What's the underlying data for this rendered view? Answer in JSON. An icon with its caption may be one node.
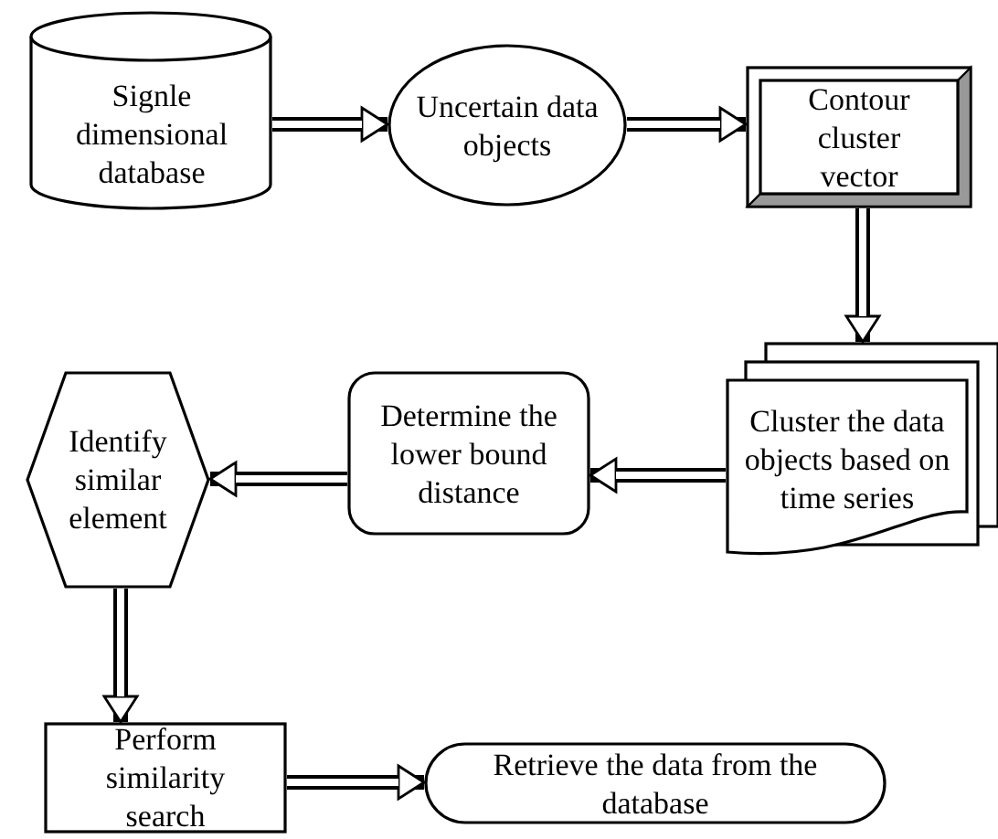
{
  "diagram": {
    "nodes": [
      {
        "text": [
          "Signle dimensional database"
        ]
      },
      {
        "text": [
          "Uncertain data objects"
        ]
      },
      {
        "text": [
          "Contour cluster vector"
        ]
      },
      {
        "text": [
          "Cluster the data objects based on time series"
        ]
      },
      {
        "text": [
          "Determine the lower bound distance"
        ]
      },
      {
        "text": [
          "Identify similar element"
        ]
      },
      {
        "text": [
          "Perform similarity search"
        ]
      },
      {
        "text": [
          "Retrieve the data from the database"
        ]
      }
    ],
    "edges": [
      {
        "from": 0,
        "to": 1,
        "arrow": "to"
      },
      {
        "from": 1,
        "to": 2,
        "arrow": "to"
      },
      {
        "from": 2,
        "to": 3,
        "arrow": "to"
      },
      {
        "from": 3,
        "to": 4,
        "arrow": "to"
      },
      {
        "from": 4,
        "to": 5,
        "arrow": "to"
      },
      {
        "from": 5,
        "to": 6,
        "arrow": "to"
      },
      {
        "from": 6,
        "to": 7,
        "arrow": "to"
      }
    ]
  }
}
